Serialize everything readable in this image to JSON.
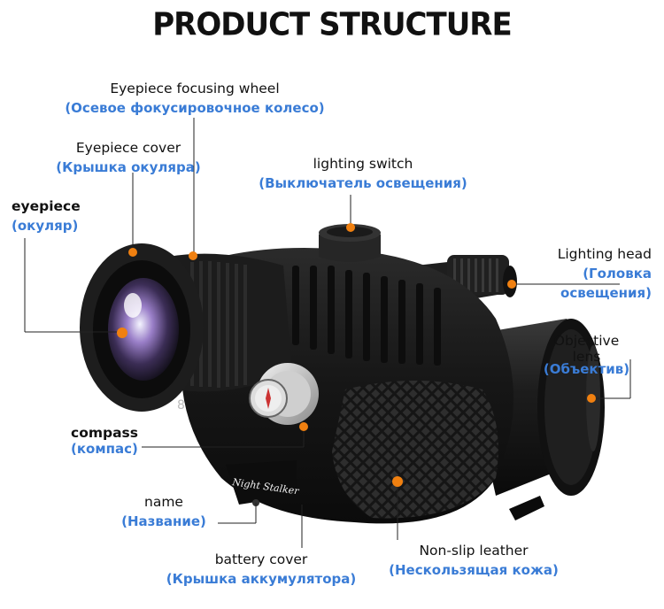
{
  "title": "PRODUCT STRUCTURE",
  "brand_text": "Night Stalker",
  "eyepiece_mark": "8",
  "colors": {
    "label_en": "#111111",
    "label_ru": "#3a7cd6",
    "marker": "#f08010",
    "body": "#1a1a1a"
  },
  "labels": {
    "focus_wheel": {
      "en": "Eyepiece focusing wheel",
      "ru": "(Осевое фокусировочное колесо)"
    },
    "eyepiece_cover": {
      "en": "Eyepiece cover",
      "ru": "(Крышка окуляра)"
    },
    "eyepiece": {
      "en": "eyepiece",
      "ru": "(окуляр)"
    },
    "lighting_switch": {
      "en": "lighting switch",
      "ru": "(Выключатель освещения)"
    },
    "lighting_head": {
      "en": "Lighting head",
      "ru1": "(Головка",
      "ru2": "освещения)"
    },
    "objective": {
      "en1": "Objective",
      "en2": "lens",
      "ru": "(Объектив)"
    },
    "compass": {
      "en": "compass",
      "ru": "(компас)"
    },
    "name": {
      "en": "name",
      "ru": "(Название)"
    },
    "battery_cover": {
      "en": "battery cover",
      "ru": "(Крышка аккумулятора)"
    },
    "non_slip": {
      "en": "Non-slip leather",
      "ru": "(Нескользящая кожа)"
    }
  }
}
